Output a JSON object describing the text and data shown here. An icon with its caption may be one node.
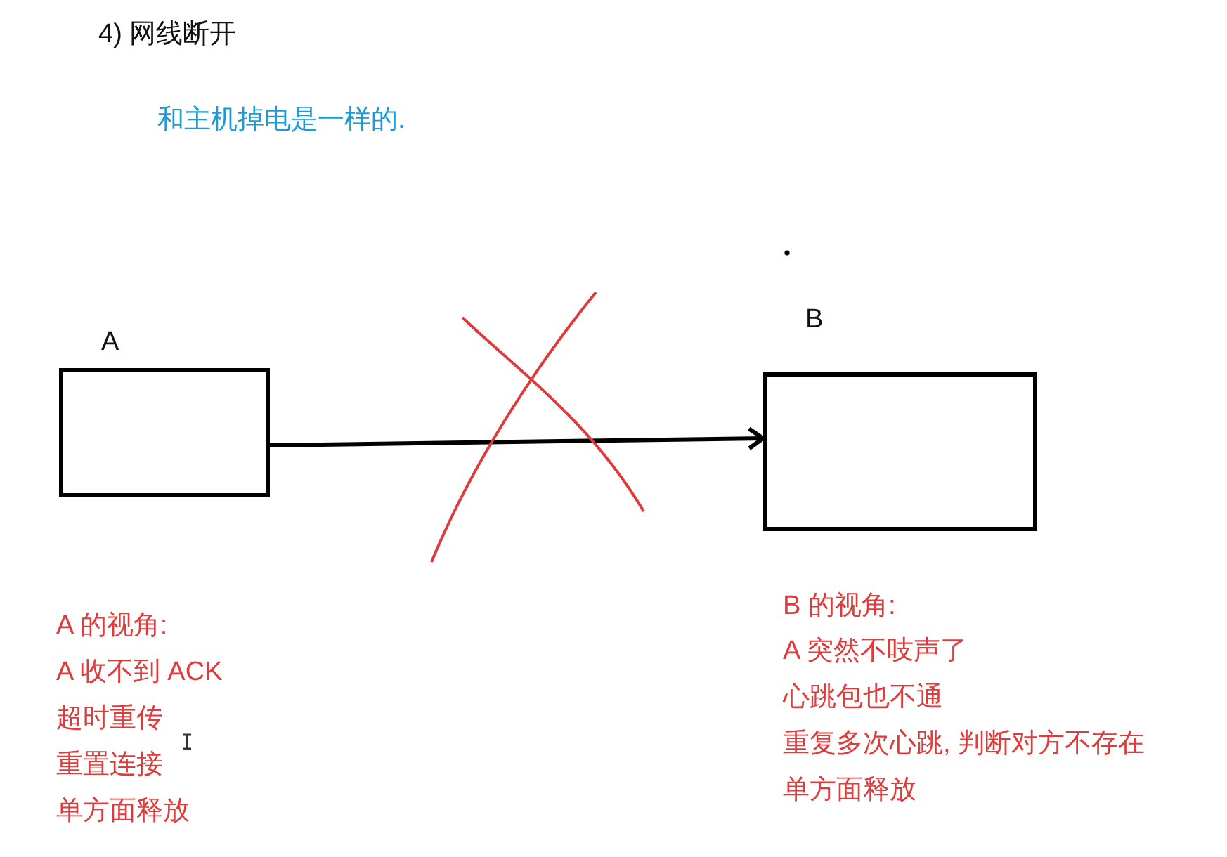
{
  "diagram": {
    "title": "4) 网线断开",
    "nodes": [
      {
        "text": [
          "A"
        ]
      },
      {
        "text": [
          "B"
        ]
      }
    ],
    "edges": [
      {
        "from": 0,
        "to": 1,
        "arrow": "to"
      }
    ],
    "labels": [
      "和主机掉电是一样的.",
      "A 的视角:",
      "A 收不到 ACK",
      "超时重传",
      "重置连接",
      "单方面释放",
      "B 的视角:",
      "A 突然不吱声了",
      "心跳包也不通",
      "重复多次心跳, 判断对方不存在",
      "单方面释放"
    ]
  }
}
